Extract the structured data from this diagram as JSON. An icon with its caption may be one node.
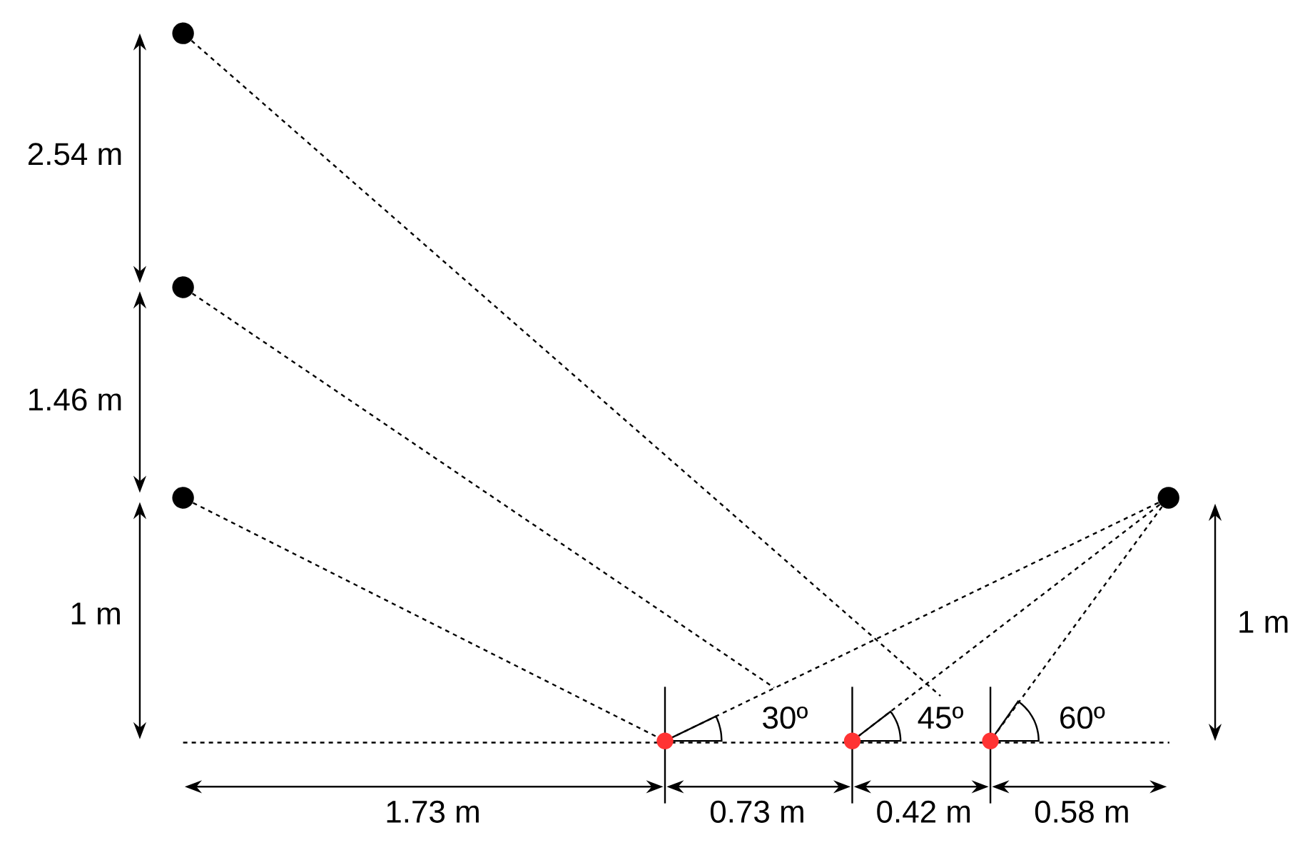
{
  "diagram": {
    "nodes": [
      {
        "text": [],
        "shape": "circle"
      },
      {
        "text": [],
        "shape": "circle"
      },
      {
        "text": [],
        "shape": "circle"
      },
      {
        "text": [],
        "shape": "circle"
      },
      {
        "text": [],
        "shape": "circle"
      },
      {
        "text": [],
        "shape": "circle"
      },
      {
        "text": [],
        "shape": "circle"
      }
    ],
    "edges": [
      {
        "from": 0,
        "to": null,
        "arrow": "none",
        "style": "dashed"
      },
      {
        "from": 1,
        "to": null,
        "arrow": "none",
        "style": "dashed"
      },
      {
        "from": 2,
        "to": 4,
        "arrow": "none",
        "style": "dashed"
      },
      {
        "from": 3,
        "to": 4,
        "arrow": "none",
        "style": "dashed"
      },
      {
        "from": 3,
        "to": 5,
        "arrow": "none",
        "style": "dashed"
      },
      {
        "from": 3,
        "to": 6,
        "arrow": "none",
        "style": "dashed"
      }
    ],
    "labels": [
      "2.54 m",
      "1.46 m",
      "1 m",
      "1 m",
      "30º",
      "45º",
      "60º",
      "1.73 m",
      "0.73 m",
      "0.42 m",
      "0.58 m"
    ]
  }
}
